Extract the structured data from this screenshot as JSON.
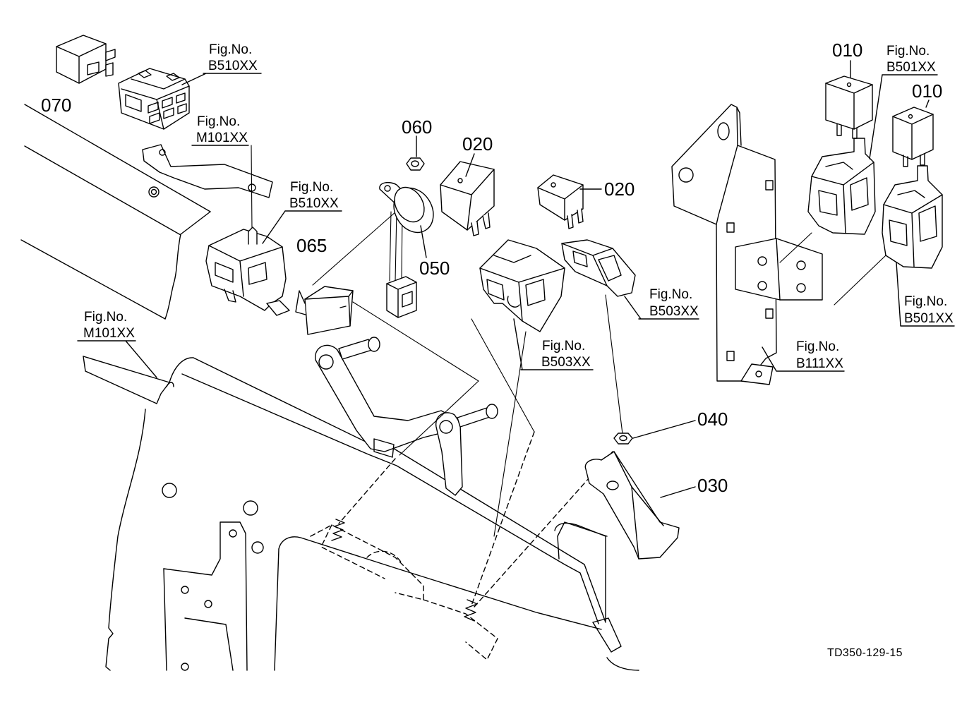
{
  "drawing_number": "TD350-129-15",
  "parts": {
    "p070": "070",
    "p060": "060",
    "p020_upper": "020",
    "p020_right": "020",
    "p065": "065",
    "p050": "050",
    "p010_upper": "010",
    "p010_lower": "010",
    "p040": "040",
    "p030": "030"
  },
  "fig_refs": [
    {
      "caption": "Fig.No.",
      "code": "B510XX"
    },
    {
      "caption": "Fig.No.",
      "code": "B501XX"
    },
    {
      "caption": "Fig.No.",
      "code": "M101XX"
    },
    {
      "caption": "Fig.No.",
      "code": "B510XX"
    },
    {
      "caption": "Fig.No.",
      "code": "B503XX"
    },
    {
      "caption": "Fig.No.",
      "code": "B501XX"
    },
    {
      "caption": "Fig.No.",
      "code": "M101XX"
    },
    {
      "caption": "Fig.No.",
      "code": "B503XX"
    },
    {
      "caption": "Fig.No.",
      "code": "B111XX"
    }
  ],
  "colors": {
    "ink": "#000000",
    "paper": "#ffffff"
  }
}
